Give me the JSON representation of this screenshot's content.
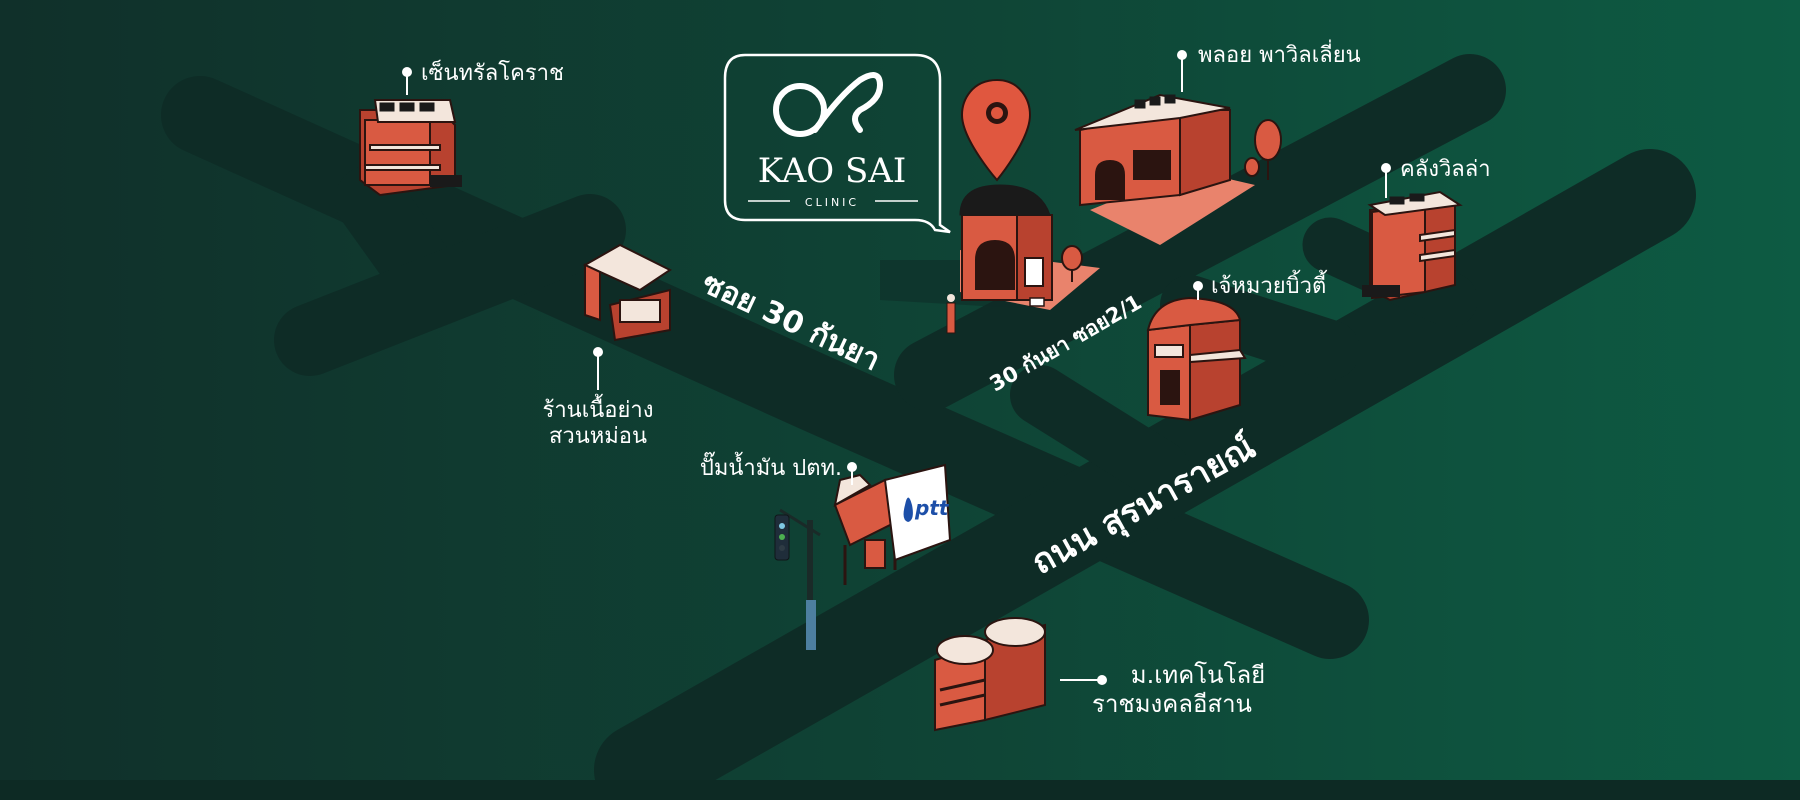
{
  "logo": {
    "title": "KAO SAI",
    "subtitle": "CLINIC"
  },
  "roads": {
    "soi_30_kanya": "ซอย 30 กันยา",
    "soi_30_kanya_2_1": "30 กันยา ซอย2/1",
    "suranarai": "ถนน สุรนารายณ์"
  },
  "places": {
    "central_korat": "เซ็นทรัลโคราช",
    "ploy_pavilion": "พลอย พาวิลเลี่ยน",
    "klang_villa": "คลังวิลล่า",
    "chaomuay_bowtie": "เจ้หมวยบิ้วตี้",
    "meat_grill_line1": "ร้านเนื้อย่าง",
    "meat_grill_line2": "สวนหม่อน",
    "ptt_station": "ปั๊มน้ำมัน ปตท.",
    "ptt_sign": "ptt",
    "rmuti_line1": "ม.เทคโนโลยี",
    "rmuti_line2": "ราชมงคลอีสาน"
  },
  "colors": {
    "background_left": "#10302a",
    "background_right": "#0d5b43",
    "road": "#0e2c26",
    "building": "#d95a42",
    "building_shade": "#b8422f",
    "roof": "#f3e6dc",
    "pin": "#e0573f"
  },
  "icons": [
    "map-pin-icon",
    "traffic-light-icon",
    "ptt-logo-icon",
    "person-icon",
    "tree-icon"
  ]
}
